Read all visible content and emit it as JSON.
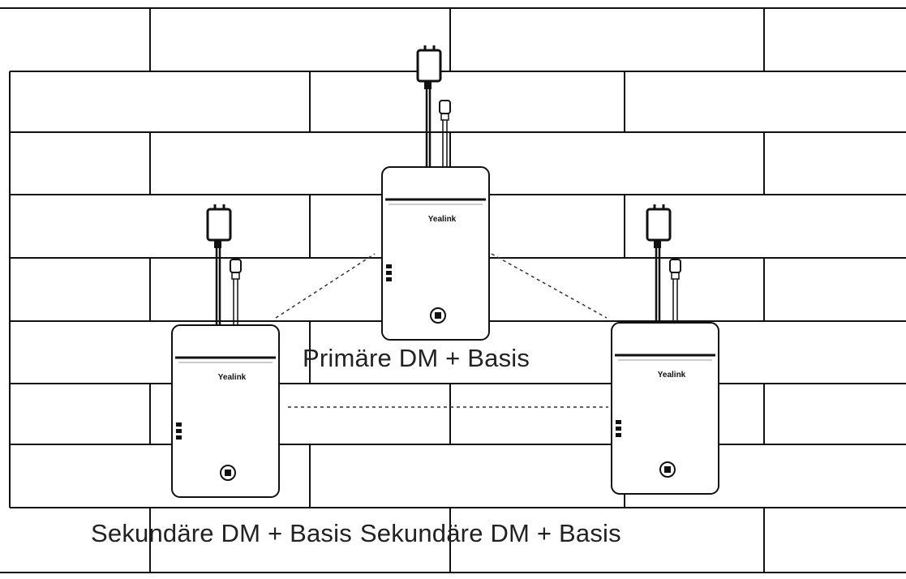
{
  "labels": {
    "primary": "Primäre DM + Basis",
    "secondary_left": "Sekundäre DM + Basis",
    "secondary_right": "Sekundäre DM + Basis",
    "brand": "Yealink"
  },
  "devices": [
    {
      "role": "primary",
      "brand_mark": "Yealink"
    },
    {
      "role": "secondary-left",
      "brand_mark": "Yealink"
    },
    {
      "role": "secondary-right",
      "brand_mark": "Yealink"
    }
  ],
  "colors": {
    "background": "#ffffff",
    "lines": "#111111",
    "device_fill": "#ffffff",
    "text": "#222222"
  }
}
